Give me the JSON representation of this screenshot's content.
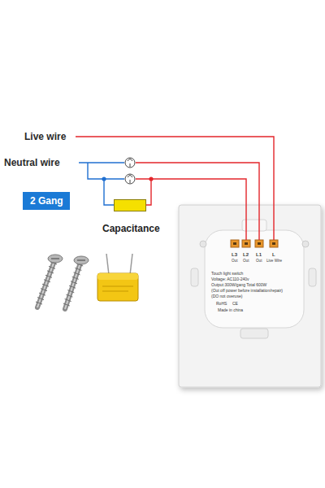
{
  "diagram": {
    "nodes": [
      {
        "text": [
          "2 Gang"
        ]
      },
      {
        "text": [
          "Capacitance"
        ]
      },
      {
        "text": [
          "L3",
          "L2",
          "L1",
          "L",
          "Out",
          "Out",
          "Out",
          "Live Wire",
          "Touch light switch",
          "Voltage: AC110-240v",
          "Output:300W/gang Total 600W",
          "(Out off power before installation/repair)",
          "(DO not overuse)",
          "RoHS",
          "CE",
          "Made in china"
        ]
      }
    ],
    "labels": [
      "Live wire",
      "Neutral wire"
    ]
  }
}
